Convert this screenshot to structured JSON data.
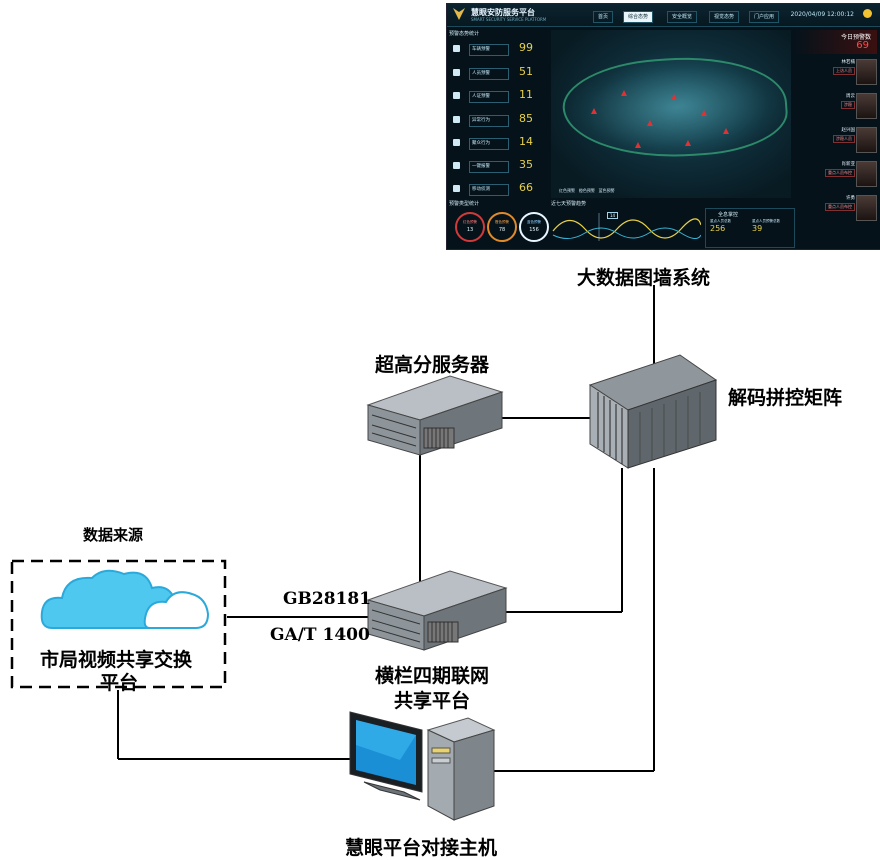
{
  "labels": {
    "big_data_wall": "大数据图墙系统",
    "hd_server": "超高分服务器",
    "decoder_matrix": "解码拼控矩阵",
    "data_source": "数据来源",
    "city_platform": "市局视频共享交换",
    "city_platform_line2": "平台",
    "protocol_1": "GB28181",
    "protocol_2": "GA/T 1400",
    "hengl_platform": "横栏四期联网",
    "hengl_platform_line2": "共享平台",
    "huiyan_host": "慧眼平台对接主机"
  },
  "dashboard": {
    "title": "慧眼安防服务平台",
    "subtitle": "SMART SECURITY SERVICE PLATFORM",
    "nav": [
      "首页",
      "综合态势",
      "安全概览",
      "视觉态势",
      "门户应用"
    ],
    "active_nav": 1,
    "datetime": "2020/04/09  12:00:12",
    "left_title": "预警态势统计",
    "stats": [
      {
        "label": "车辆预警",
        "value": "99"
      },
      {
        "label": "人员预警",
        "value": "51"
      },
      {
        "label": "人证预警",
        "value": "11"
      },
      {
        "label": "异常行为",
        "value": "85"
      },
      {
        "label": "聚众行为",
        "value": "14"
      },
      {
        "label": "一键报警",
        "value": "35"
      },
      {
        "label": "移动侦测",
        "value": "66"
      }
    ],
    "bottom_left_title": "预警类型统计",
    "rings": [
      {
        "label": "红色预警",
        "value": "13"
      },
      {
        "label": "橙色预警",
        "value": "78"
      },
      {
        "label": "蓝色预警",
        "value": "156"
      }
    ],
    "bottom_mid_title": "近七天预警趋势",
    "trend_marker": "14",
    "bottom_right_title": "全息掌控",
    "totals": [
      {
        "label": "重点人员总数",
        "value": "256"
      },
      {
        "label": "重点人员预警总数",
        "value": "39"
      }
    ],
    "today_label": "今日预警数",
    "today_value": "69",
    "people": [
      {
        "name": "林若楠",
        "tag": "上访人员"
      },
      {
        "name": "周云",
        "tag": "涉稳"
      },
      {
        "name": "赵兴国",
        "tag": "涉稳人员"
      },
      {
        "name": "肖新亚",
        "tag": "重点人员布控"
      },
      {
        "name": "许勇",
        "tag": "重点人员布控"
      }
    ],
    "map_legend": [
      "红色预警",
      "橙色预警",
      "蓝色预警"
    ],
    "colors": {
      "accent": "#e7d04a",
      "alert": "#e03232",
      "panel": "#06121a"
    }
  }
}
